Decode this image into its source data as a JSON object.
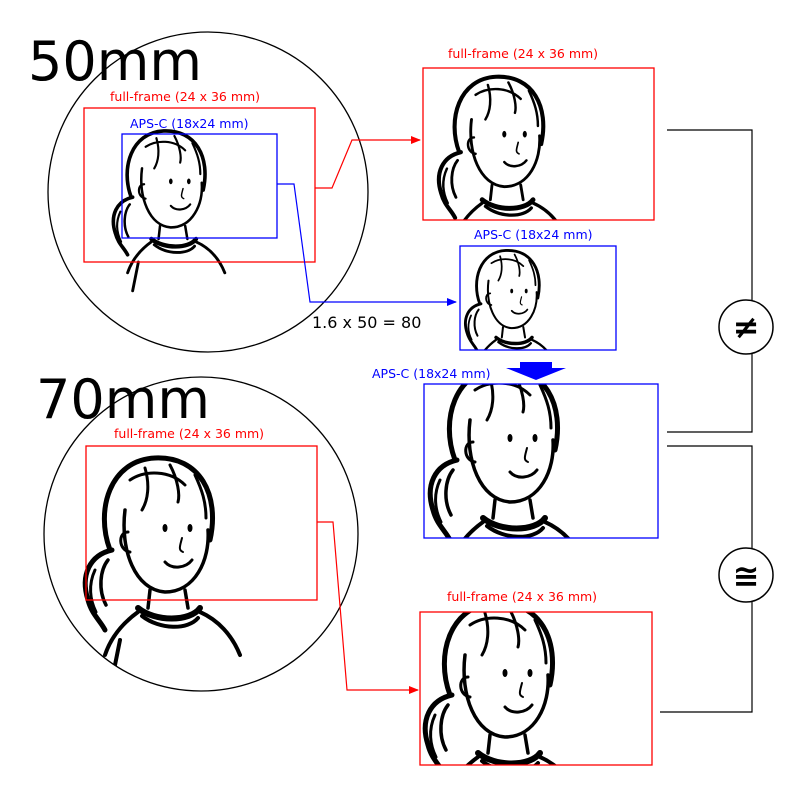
{
  "lens_top": {
    "title": "50mm"
  },
  "lens_bottom": {
    "title": "70mm"
  },
  "labels": {
    "full_frame": "full-frame (24 x 36 mm)",
    "apsc_short": "APS-C (18x24 mm)"
  },
  "equation": "1.6 x 50 = 80",
  "symbols": {
    "not_equal": "≠",
    "approx_equal": "≅"
  },
  "colors": {
    "full_frame": "#ff0000",
    "apsc": "#0000ff",
    "outline": "#000000"
  },
  "icons": {
    "portrait": "girl-portrait-icon",
    "arrow": "down-arrow-icon"
  }
}
